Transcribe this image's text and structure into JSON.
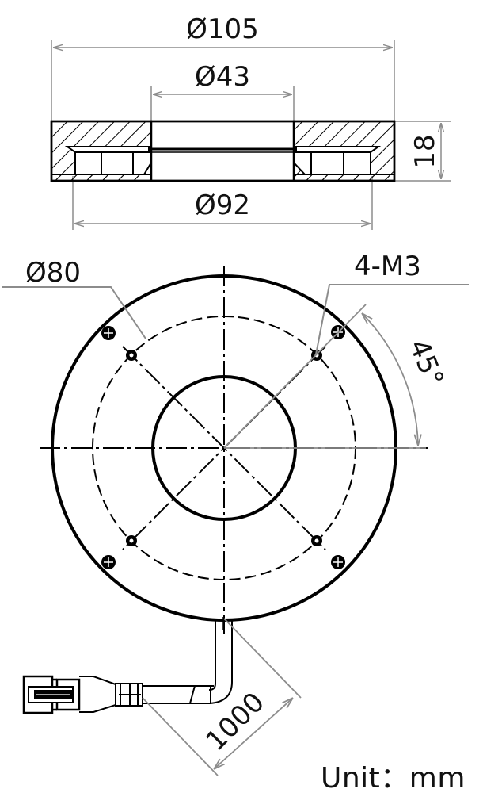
{
  "section_view": {
    "outer_diameter_label": "Ø105",
    "inner_diameter_label": "Ø43",
    "mount_diameter_label": "Ø92",
    "height_label": "18"
  },
  "plan_view": {
    "bolt_circle_label": "Ø80",
    "holes_label": "4-M3",
    "angle_label": "45°"
  },
  "cable": {
    "length_label": "1000"
  },
  "footer": {
    "unit_label": "Unit：mm"
  },
  "colors": {
    "line": "#000000",
    "dimension_line": "#8c8c8c",
    "background": "#ffffff"
  }
}
